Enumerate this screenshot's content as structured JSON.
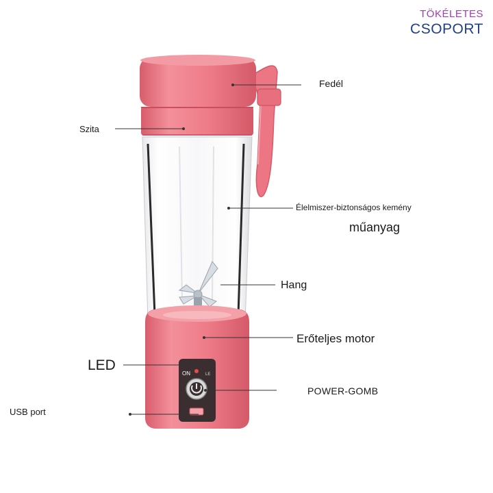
{
  "brand": {
    "line1": "TÖKÉLETES",
    "line2": "CSOPORT"
  },
  "labels": {
    "fedel": "Fedél",
    "szita": "Szita",
    "elelmiszer": "Élelmiszer-biztonságos kemény",
    "muanyag": "műanyag",
    "hang": "Hang",
    "motor": "Erőteljes motor",
    "led": "LED",
    "power": "POWER-GOMB",
    "usb": "USB port"
  },
  "panel": {
    "on_text": "ON",
    "le_text": "LE"
  },
  "colors": {
    "body_pink": "#ef7a86",
    "body_pink_dark": "#d85c6a",
    "panel": "#3a2e30",
    "leader": "#333333",
    "brand_purple": "#a53bb5",
    "brand_blue": "#1f3f86"
  }
}
